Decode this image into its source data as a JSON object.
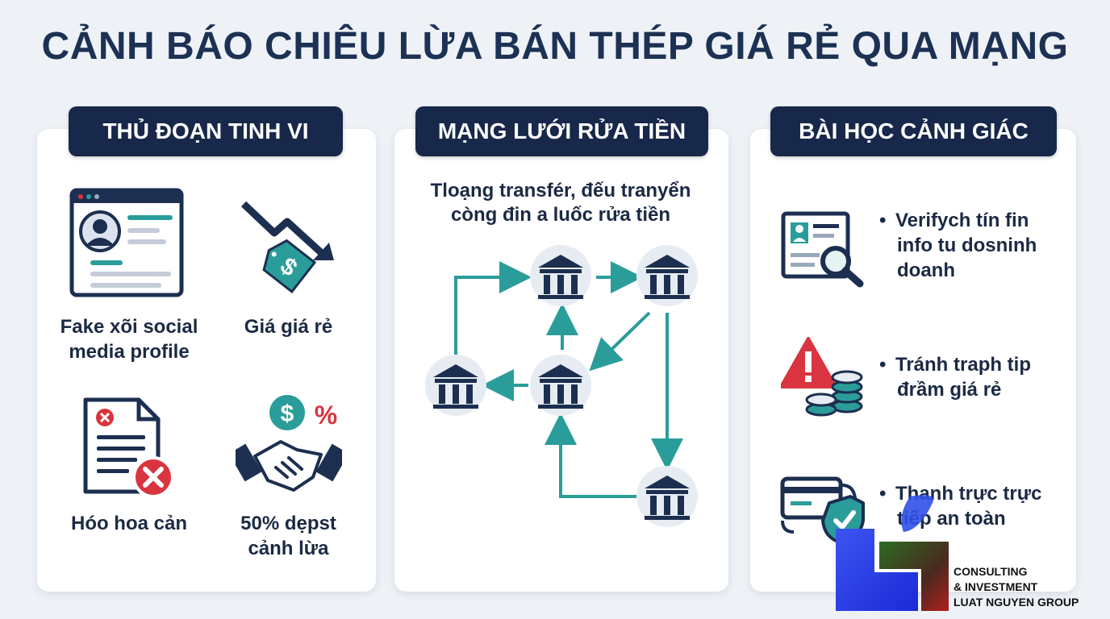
{
  "title": "CẢNH BÁO CHIÊU LỪA BÁN THÉP GIÁ RẺ QUA MẠNG",
  "panels": [
    {
      "header": "THỦ ĐOẠN TINH VI",
      "items": [
        {
          "icon": "fake-profile-icon",
          "label_1": "Fake xõi social",
          "label_2": "media profile"
        },
        {
          "icon": "price-drop-tag-icon",
          "label_1": "Giá giá rẻ",
          "label_2": ""
        },
        {
          "icon": "document-reject-icon",
          "label_1": "Hóo hoa cản",
          "label_2": ""
        },
        {
          "icon": "handshake-deposit-icon",
          "label_1": "50% dẹpst",
          "label_2": "cảnh lừa"
        }
      ]
    },
    {
      "header": "MẠNG LƯỚI RỬA TIỀN",
      "caption_1": "Tloạng transfér, đếu tranyển",
      "caption_2": "còng đin a luốc rửa tiền"
    },
    {
      "header": "BÀI HỌC CẢNH GIÁC",
      "items": [
        {
          "icon": "verify-id-icon",
          "line_1": "Verifych tín fin",
          "line_2": "info tu dosninh",
          "line_3": "doanh"
        },
        {
          "icon": "warning-coins-icon",
          "line_1": "Tránh traph tip",
          "line_2": "đrầm giá rẻ",
          "line_3": ""
        },
        {
          "icon": "secure-payment-icon",
          "line_1": "Thanh trực trực",
          "line_2": "tiếp an toàn",
          "line_3": ""
        }
      ]
    }
  ],
  "logo": {
    "line_1": "CONSULTING",
    "line_2": "& INVESTMENT",
    "line_3": "LUAT NGUYEN GROUP"
  },
  "colors": {
    "navy": "#17284a",
    "teal": "#2a9d9a",
    "red": "#d9343f"
  }
}
